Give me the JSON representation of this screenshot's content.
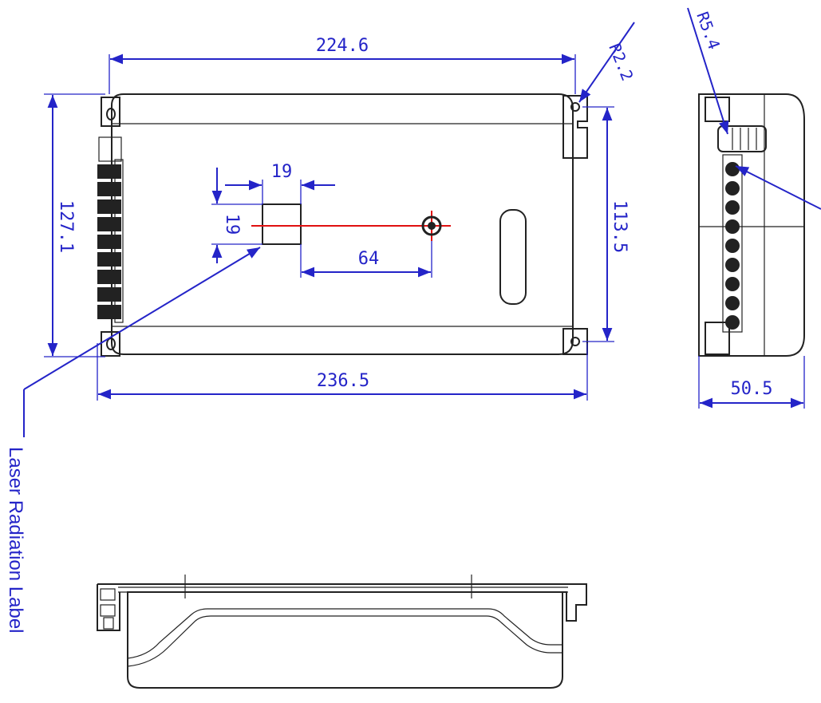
{
  "dimensions": {
    "top_width": "224.6",
    "hole_radius_small": "R2.2",
    "hole_radius_side": "R5.4",
    "total_height": "127.1",
    "hole_spacing_height": "113.5",
    "label_width": "19",
    "label_height": "19",
    "label_offset": "64",
    "total_width": "236.5",
    "side_depth": "50.5"
  },
  "callouts": {
    "laser_label": "Laser Radiation Label"
  },
  "colors": {
    "dimension": "#2424c8",
    "outline": "#222222",
    "centerline": "#e01010"
  }
}
